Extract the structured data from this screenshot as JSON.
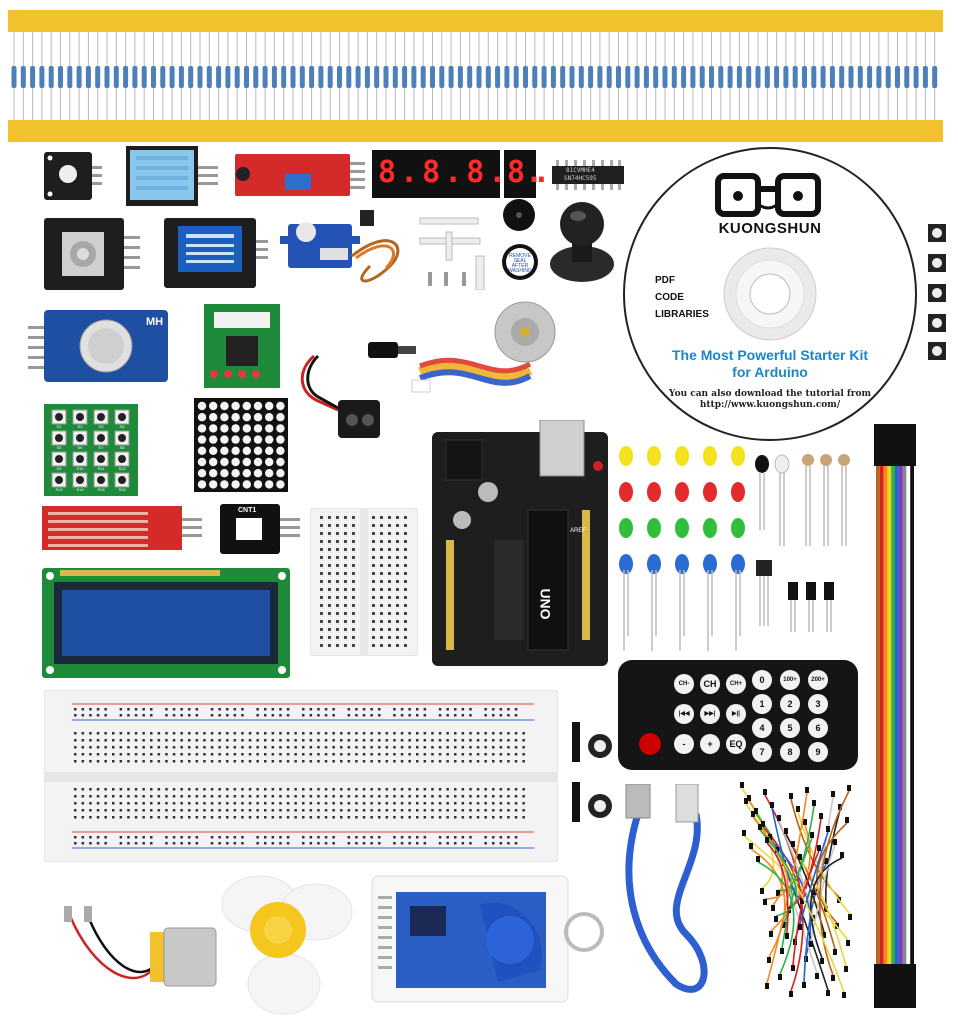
{
  "cd": {
    "brand": "KUONGSHUN",
    "list": [
      "PDF",
      "CODE",
      "LIBRARIES"
    ],
    "title_line1": "The Most Powerful Starter Kit",
    "title_line2": "for Arduino",
    "note_line1": "You can also download the tutorial from",
    "note_line2": "http://www.kuongshun.com/"
  },
  "segment_display": {
    "digits": "8.8.8.8.",
    "single": "8."
  },
  "chip": {
    "line1": "81CVMHE4",
    "line2": "SN74HC595"
  },
  "rtc_module": {
    "label": "MH"
  },
  "keypad": {
    "keys": [
      "S1",
      "S2",
      "S3",
      "S4",
      "S5",
      "S6",
      "S7",
      "S8",
      "S9",
      "S10",
      "S11",
      "S12",
      "S13",
      "S14",
      "S15",
      "S16"
    ]
  },
  "sound_sensor": {
    "label": "CNT1"
  },
  "buzzer_sticker": {
    "line1": "REMOVE",
    "line2": "SEAL",
    "line3": "AFTER",
    "line4": "WASHING"
  },
  "arduino": {
    "logo": "UNO",
    "pin_label": "AREF"
  },
  "remote": {
    "keys": [
      "CH-",
      "CH",
      "CH+",
      "|◀◀",
      "▶▶|",
      "▶||",
      "-",
      "+",
      "EQ",
      "0",
      "100+",
      "200+",
      "1",
      "2",
      "3",
      "4",
      "5",
      "6",
      "7",
      "8",
      "9"
    ]
  },
  "colors": {
    "board_red": "#d42a2a",
    "board_blue": "#1e4fa3",
    "board_green": "#1f8a3a",
    "arduino_black": "#1e1e1e",
    "cd_blue": "#1a86c7",
    "tape_yellow": "#f2c12e"
  }
}
